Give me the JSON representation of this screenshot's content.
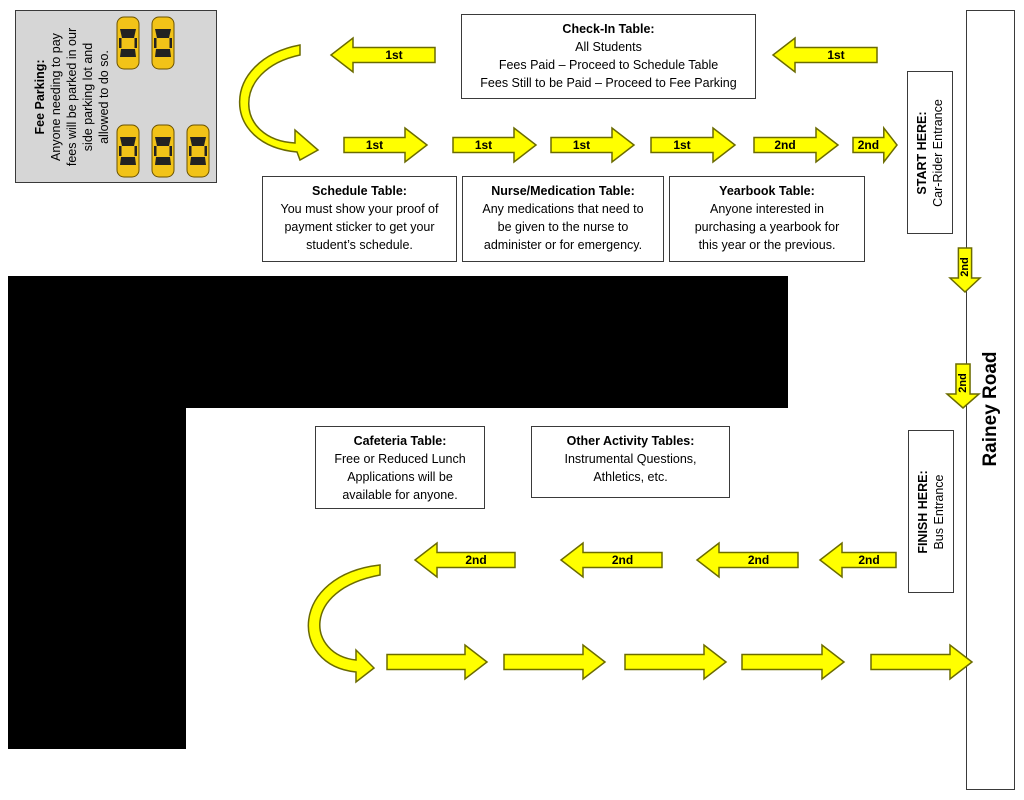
{
  "fee_parking": {
    "title": "Fee Parking:",
    "lines": [
      "Anyone needing to pay",
      "fees will be parked in our",
      "side parking lot and",
      "allowed to do so."
    ]
  },
  "check_in": {
    "title": "Check-In Table:",
    "lines": [
      "All Students",
      "Fees Paid – Proceed to Schedule Table",
      "Fees Still to be Paid – Proceed to Fee Parking"
    ]
  },
  "schedule": {
    "title": "Schedule Table:",
    "lines": [
      "You must show your proof of",
      "payment sticker to get your",
      "student’s schedule."
    ]
  },
  "nurse": {
    "title": "Nurse/Medication Table:",
    "lines": [
      "Any medications that need to",
      "be given to the nurse to",
      "administer or for emergency."
    ]
  },
  "yearbook": {
    "title": "Yearbook Table:",
    "lines": [
      "Anyone interested in",
      "purchasing a yearbook for",
      "this year or the previous."
    ]
  },
  "cafeteria": {
    "title": "Cafeteria Table:",
    "lines": [
      "Free or Reduced Lunch",
      "Applications will be",
      "available for anyone."
    ]
  },
  "other": {
    "title": "Other Activity Tables:",
    "lines": [
      "Instrumental Questions,",
      "Athletics, etc."
    ]
  },
  "start": {
    "title": "START HERE:",
    "subtitle": "Car-Rider Entrance"
  },
  "finish": {
    "title": "FINISH HERE:",
    "subtitle": "Bus Entrance"
  },
  "road": {
    "label": "Rainey Road"
  },
  "arrow_labels": {
    "first": "1st",
    "second": "2nd"
  },
  "colors": {
    "arrow_fill": "#ffff00",
    "arrow_stroke": "#6b6b00",
    "car_fill": "#f2c318",
    "parking_bg": "#d6d6d6",
    "building": "#000000"
  }
}
